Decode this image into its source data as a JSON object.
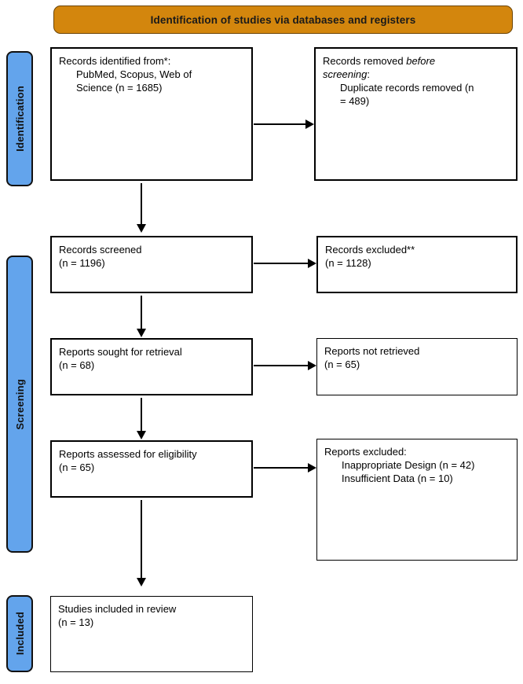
{
  "header": {
    "title": "Identification of studies via databases and registers",
    "bar_color": "#d3860d",
    "border_color": "#6b4406"
  },
  "stages": {
    "color": "#63a4ec",
    "items": [
      {
        "id": "identification",
        "label": "Identification"
      },
      {
        "id": "screening",
        "label": "Screening"
      },
      {
        "id": "included",
        "label": "Included"
      }
    ]
  },
  "boxes": {
    "identified": {
      "line1": "Records identified from*:",
      "line2": "PubMed, Scopus, Web of",
      "line3": "Science (n = 1685)"
    },
    "removed": {
      "line1_pre": "Records removed ",
      "line1_ital": "before",
      "line2_ital": "screening",
      "line2_post": ":",
      "line3": "Duplicate records removed (n",
      "line4": "= 489)"
    },
    "screened": {
      "line1": "Records screened",
      "line2": "(n = 1196)"
    },
    "excluded": {
      "line1": "Records excluded**",
      "line2": "(n = 1128)"
    },
    "sought": {
      "line1": "Reports sought for retrieval",
      "line2": "(n = 68)"
    },
    "not_retrieved": {
      "line1": "Reports not retrieved",
      "line2": "(n = 65)"
    },
    "assessed": {
      "line1": "Reports assessed for eligibility",
      "line2": "(n = 65)"
    },
    "reports_excluded": {
      "line1": "Reports excluded:",
      "line2": "Inappropriate Design (n = 42)",
      "line3": "Insufficient Data (n = 10)"
    },
    "included": {
      "line1": "Studies included in review",
      "line2": "(n = 13)"
    }
  }
}
